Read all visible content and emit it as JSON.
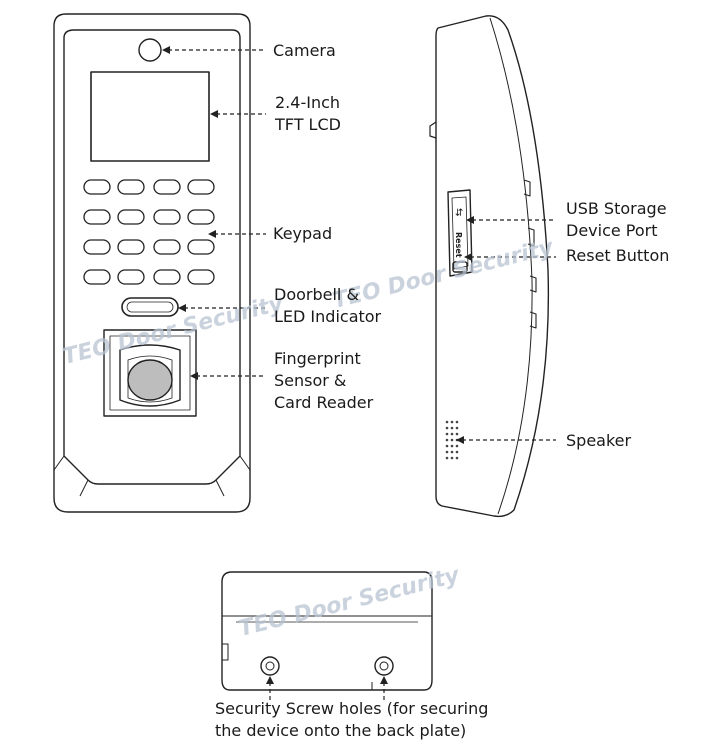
{
  "labels": {
    "camera": "Camera",
    "lcd_line1": "2.4-Inch",
    "lcd_line2": "TFT LCD",
    "keypad": "Keypad",
    "doorbell_line1": "Doorbell &",
    "doorbell_line2": "LED Indicator",
    "fingerprint_line1": "Fingerprint",
    "fingerprint_line2": "Sensor &",
    "fingerprint_line3": "Card Reader",
    "usb_line1": "USB Storage",
    "usb_line2": "Device Port",
    "reset": "Reset Button",
    "speaker": "Speaker",
    "screw_line1": "Security Screw holes (for securing",
    "screw_line2": "the device onto the back plate)",
    "reset_side_text": "Reset"
  },
  "watermarks": [
    "TEO Door Security",
    "TEO Door Security",
    "TEO Door Security"
  ]
}
